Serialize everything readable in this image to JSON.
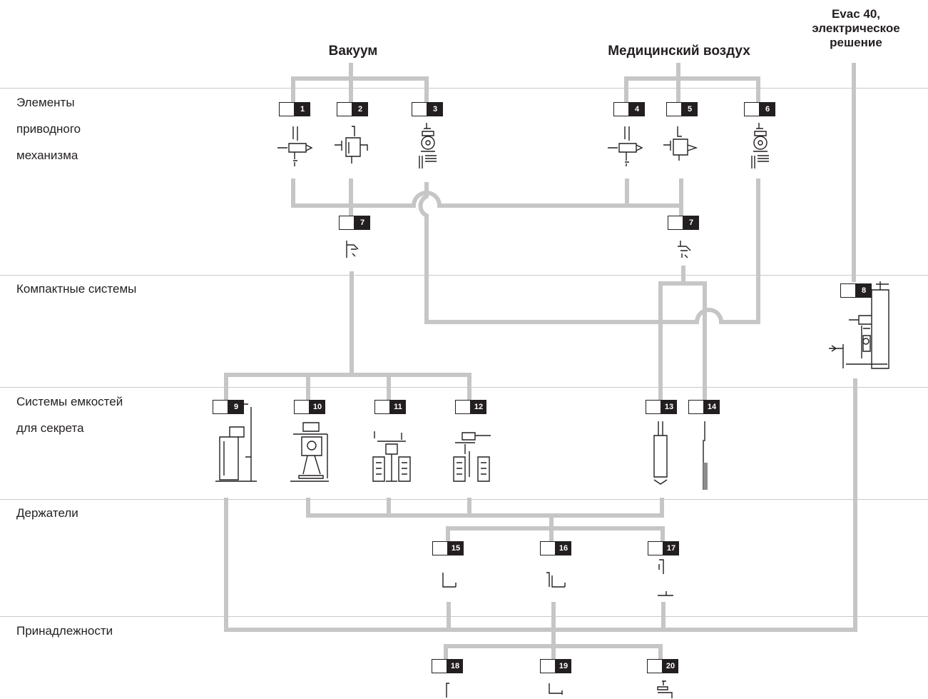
{
  "headers": {
    "vacuum": "Вакуум",
    "medical_air": "Медицинский воздух",
    "evac": [
      "Evac 40,",
      "электрическое",
      "решение"
    ]
  },
  "rows": [
    {
      "id": "drive",
      "lines": [
        "Элементы",
        "приводного",
        "механизма"
      ]
    },
    {
      "id": "compact",
      "lines": [
        "Компактные системы"
      ]
    },
    {
      "id": "containers",
      "lines": [
        "Системы емкостей",
        "для секрета"
      ]
    },
    {
      "id": "holders",
      "lines": [
        "Держатели"
      ]
    },
    {
      "id": "accessories",
      "lines": [
        "Принадлежности"
      ]
    }
  ],
  "items": [
    {
      "num": "1"
    },
    {
      "num": "2"
    },
    {
      "num": "3"
    },
    {
      "num": "4"
    },
    {
      "num": "5"
    },
    {
      "num": "6"
    },
    {
      "num": "7"
    },
    {
      "num": "7"
    },
    {
      "num": "8"
    },
    {
      "num": "9"
    },
    {
      "num": "10"
    },
    {
      "num": "11"
    },
    {
      "num": "12"
    },
    {
      "num": "13"
    },
    {
      "num": "14"
    },
    {
      "num": "15"
    },
    {
      "num": "16"
    },
    {
      "num": "17"
    },
    {
      "num": "18"
    },
    {
      "num": "19"
    },
    {
      "num": "20"
    }
  ],
  "colors": {
    "connector": "#c6c6c6",
    "divider": "#c9c9c9",
    "badge": "#231f20",
    "text": "#231f20"
  }
}
